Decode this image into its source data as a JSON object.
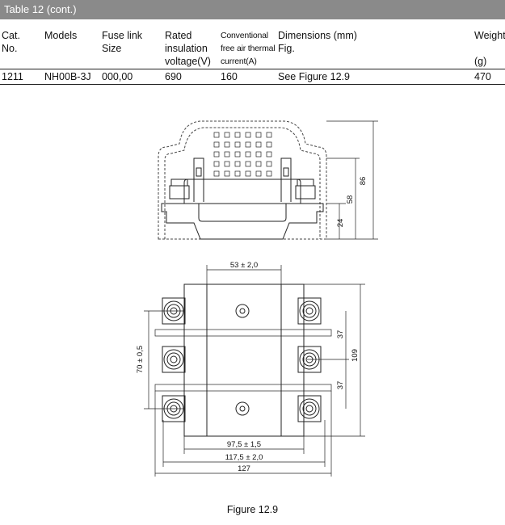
{
  "table": {
    "title": "Table 12 (cont.)",
    "headers": {
      "cat_no": [
        "Cat.",
        "No."
      ],
      "models": "Models",
      "fuse_link_size": [
        "Fuse link",
        "Size"
      ],
      "rated_insulation_voltage": [
        "Rated",
        "insulation",
        "voltage(V)"
      ],
      "conventional_current": [
        "Conventional",
        "free air thermal",
        "current(A)"
      ],
      "dimensions": [
        "Dimensions (mm)",
        "Fig."
      ],
      "weight": [
        "Weight",
        "(g)"
      ]
    },
    "rows": [
      {
        "cat_no": "1211",
        "model": "NH00B-3J",
        "fuse_link_size": "000,00",
        "voltage": "690",
        "current": "160",
        "figure_ref": "See Figure 12.9",
        "weight": "470"
      }
    ]
  },
  "figure": {
    "caption": "Figure 12.9",
    "side_view_dims": {
      "total_height": "86",
      "mid_height": "58",
      "base_height": "24"
    },
    "top_view_dims": {
      "top_width": "53 ± 2,0",
      "left_height": "70 ± 0,5",
      "right_total": "109",
      "right_upper": "37",
      "right_lower": "37",
      "width_inner": "97,5 ± 1,5",
      "width_mid": "117,5 ± 2,0",
      "width_outer": "127"
    }
  }
}
